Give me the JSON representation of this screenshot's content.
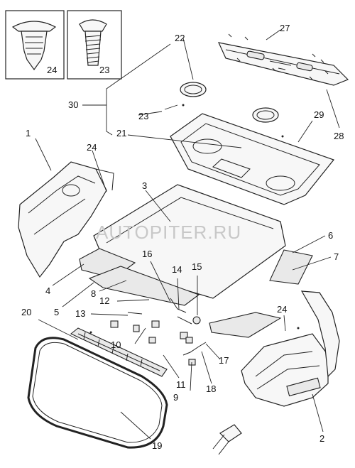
{
  "watermark": "AUTOPITER.RU",
  "inset_clip_1": {
    "label": "24"
  },
  "inset_clip_2": {
    "label": "23"
  },
  "callouts": {
    "c1": "1",
    "c2": "2",
    "c3": "3",
    "c4": "4",
    "c5": "5",
    "c6": "6",
    "c7": "7",
    "c8": "8",
    "c9": "9",
    "c10": "10",
    "c11": "11",
    "c12": "12",
    "c13": "13",
    "c14": "14",
    "c15": "15",
    "c16": "16",
    "c17": "17",
    "c18": "18",
    "c19": "19",
    "c20": "20",
    "c21": "21",
    "c22": "22",
    "c23": "23",
    "c24a": "24",
    "c24b": "24",
    "c27": "27",
    "c28": "28",
    "c29": "29",
    "c30": "30"
  }
}
